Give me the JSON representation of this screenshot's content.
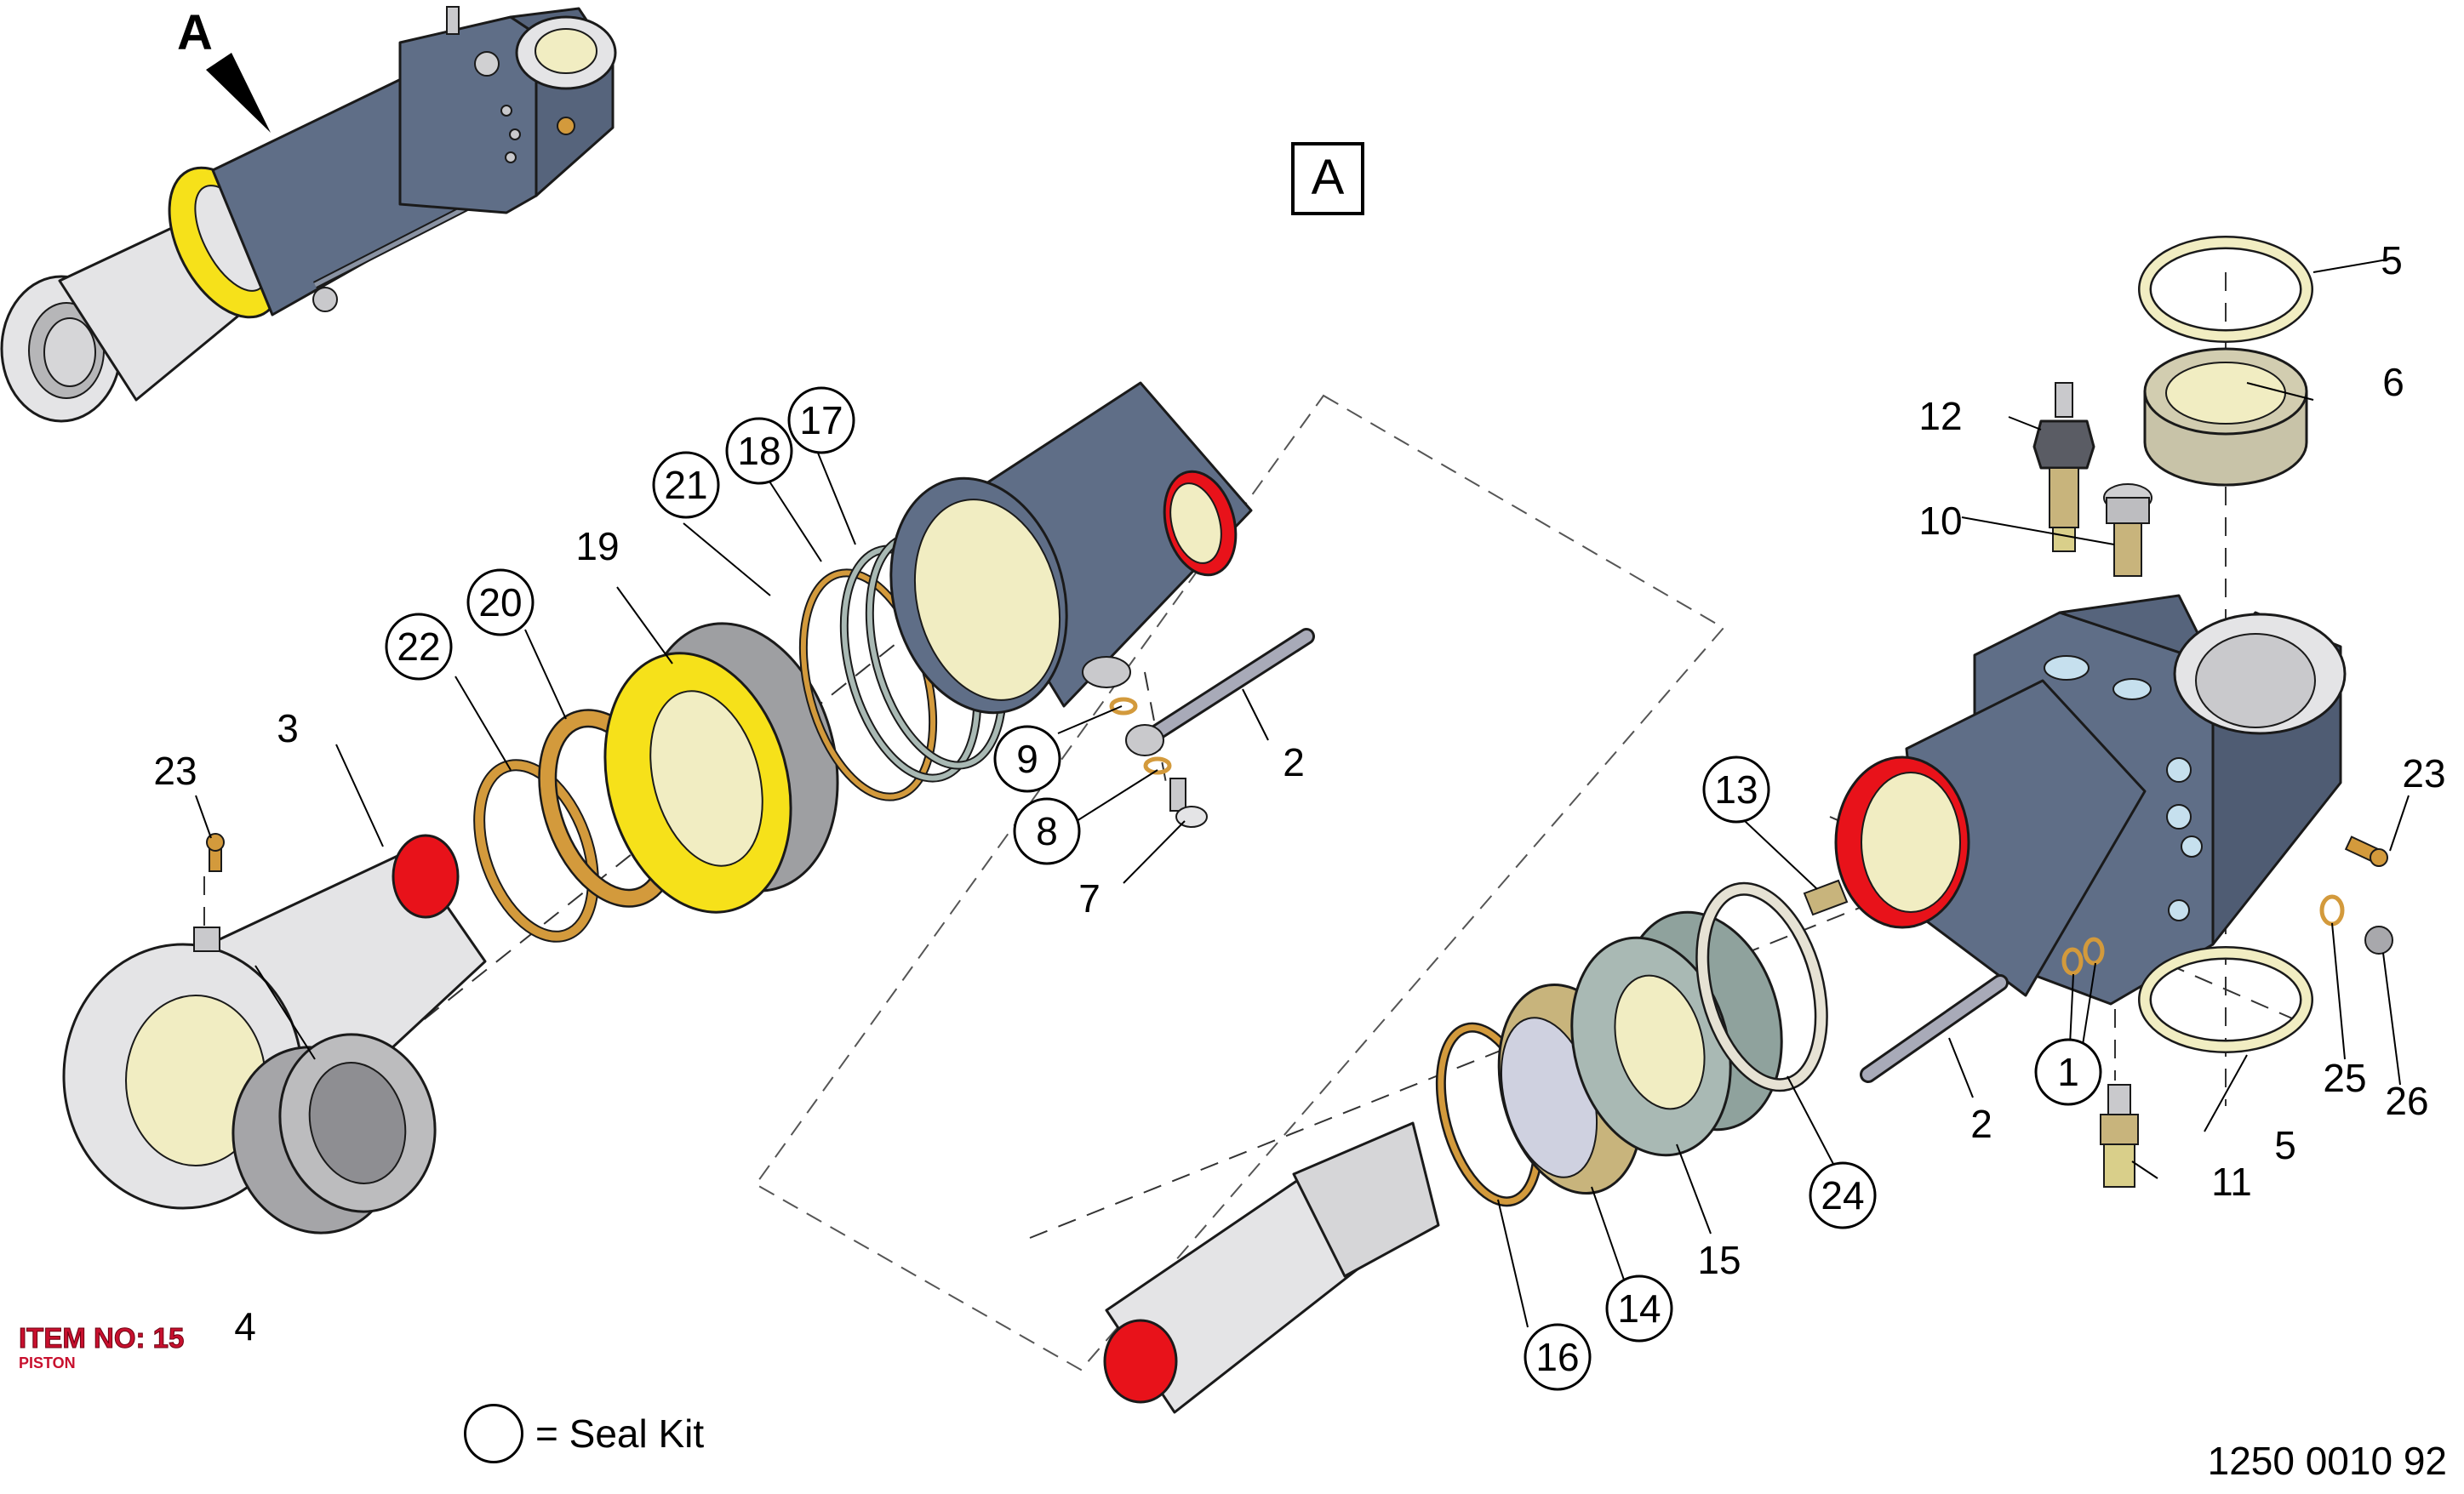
{
  "view_letter": "A",
  "view_box_label": "A",
  "item_note": {
    "title": "ITEM NO: 15",
    "subtitle": "PISTON"
  },
  "legend": {
    "text": "= Seal Kit"
  },
  "drawing_number": "1250 0010 92",
  "colors": {
    "cylinder_body": "#5f6e87",
    "rod_grey": "#e4e4e6",
    "bronze_ring": "#d39a3c",
    "yellow_nut": "#f6e11a",
    "cream": "#f1edc2",
    "seal_green": "#a9b9b4",
    "cut_red": "#e8121a"
  },
  "callouts": [
    {
      "id": "c1",
      "label": "1",
      "circled": true
    },
    {
      "id": "c2a",
      "label": "2",
      "circled": false
    },
    {
      "id": "c2b",
      "label": "2",
      "circled": false
    },
    {
      "id": "c3",
      "label": "3",
      "circled": false
    },
    {
      "id": "c4",
      "label": "4",
      "circled": false
    },
    {
      "id": "c5a",
      "label": "5",
      "circled": false
    },
    {
      "id": "c5b",
      "label": "5",
      "circled": false
    },
    {
      "id": "c6",
      "label": "6",
      "circled": false
    },
    {
      "id": "c7",
      "label": "7",
      "circled": false
    },
    {
      "id": "c8",
      "label": "8",
      "circled": true
    },
    {
      "id": "c9",
      "label": "9",
      "circled": true
    },
    {
      "id": "c10",
      "label": "10",
      "circled": false
    },
    {
      "id": "c11",
      "label": "11",
      "circled": false
    },
    {
      "id": "c12",
      "label": "12",
      "circled": false
    },
    {
      "id": "c13",
      "label": "13",
      "circled": true
    },
    {
      "id": "c14",
      "label": "14",
      "circled": true
    },
    {
      "id": "c15",
      "label": "15",
      "circled": false
    },
    {
      "id": "c16",
      "label": "16",
      "circled": true
    },
    {
      "id": "c17",
      "label": "17",
      "circled": true
    },
    {
      "id": "c18",
      "label": "18",
      "circled": true
    },
    {
      "id": "c19",
      "label": "19",
      "circled": false
    },
    {
      "id": "c20",
      "label": "20",
      "circled": true
    },
    {
      "id": "c21",
      "label": "21",
      "circled": true
    },
    {
      "id": "c22",
      "label": "22",
      "circled": true
    },
    {
      "id": "c23a",
      "label": "23",
      "circled": false
    },
    {
      "id": "c23b",
      "label": "23",
      "circled": false
    },
    {
      "id": "c24",
      "label": "24",
      "circled": true
    },
    {
      "id": "c25",
      "label": "25",
      "circled": false
    },
    {
      "id": "c26",
      "label": "26",
      "circled": false
    }
  ]
}
